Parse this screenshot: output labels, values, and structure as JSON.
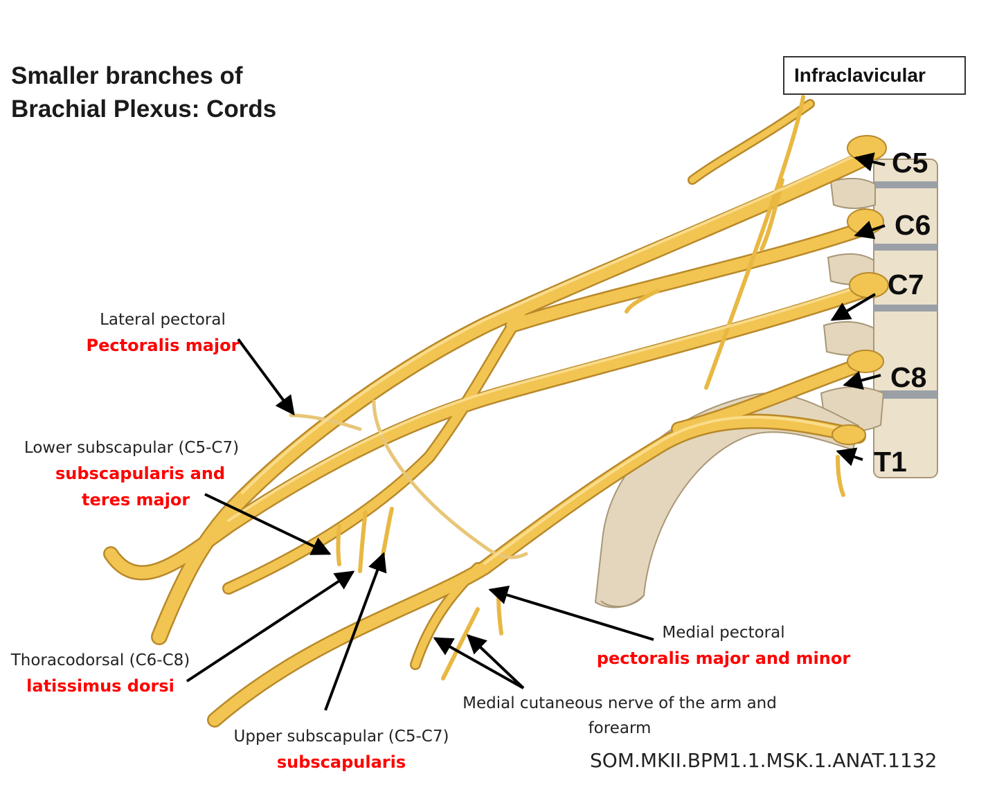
{
  "title": {
    "line1": "Smaller branches of",
    "line2": "Brachial Plexus: Cords"
  },
  "region_box": "Infraclavicular",
  "roots": [
    "C5",
    "C6",
    "C7",
    "C8",
    "T1"
  ],
  "nerves": {
    "lateral_pectoral": {
      "name": "Lateral pectoral",
      "muscle": "Pectoralis major"
    },
    "lower_subscapular": {
      "name": "Lower subscapular (C5-C7)",
      "muscle_line1": "subscapularis and",
      "muscle_line2": "teres major"
    },
    "thoracodorsal": {
      "name": "Thoracodorsal (C6-C8)",
      "muscle": "latissimus dorsi"
    },
    "upper_subscapular": {
      "name": "Upper subscapular (C5-C7)",
      "muscle": "subscapularis"
    },
    "medial_pectoral": {
      "name": "Medial pectoral",
      "muscle": "pectoralis major and minor"
    },
    "medial_cutaneous": {
      "line1": "Medial cutaneous nerve of the arm and",
      "line2": "forearm"
    }
  },
  "slide_code": "SOM.MKII.BPM1.1.MSK.1.ANAT.1132",
  "colors": {
    "nerve": "#f2c451",
    "nerve_outline": "#b8892a",
    "nerve_highlight": "#fde39a",
    "bone": "#e3d6bd",
    "bone_outline": "#a89676",
    "muscle_label": "#ff0000",
    "arrow": "#000000"
  }
}
